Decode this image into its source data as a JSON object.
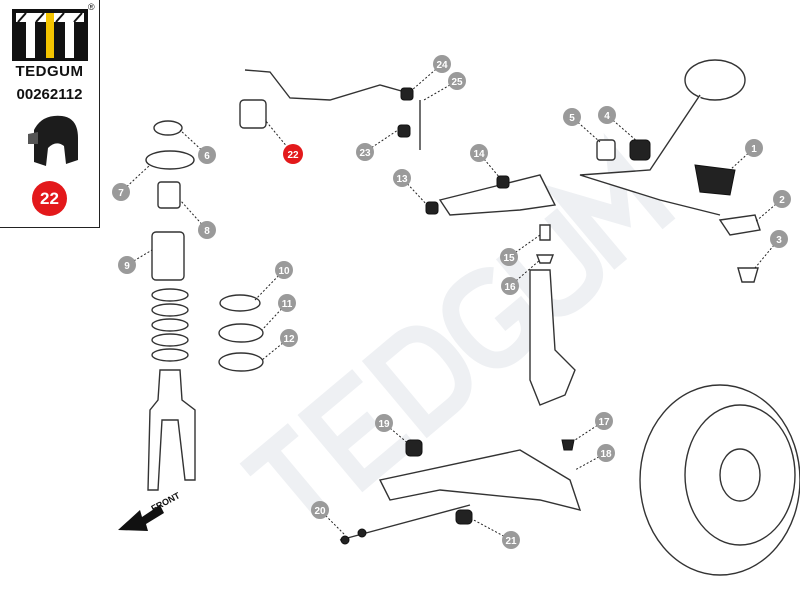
{
  "brand": {
    "name": "TEDGUM",
    "registered": "®",
    "part_number": "00262112",
    "highlight_number": "22",
    "accent_color": "#e3191b"
  },
  "watermark": "TEDGUM",
  "front_label": "FRONT",
  "callouts": [
    "1",
    "2",
    "3",
    "4",
    "5",
    "6",
    "7",
    "8",
    "9",
    "10",
    "11",
    "12",
    "13",
    "14",
    "15",
    "16",
    "17",
    "18",
    "19",
    "20",
    "21",
    "22",
    "23",
    "24",
    "25"
  ]
}
